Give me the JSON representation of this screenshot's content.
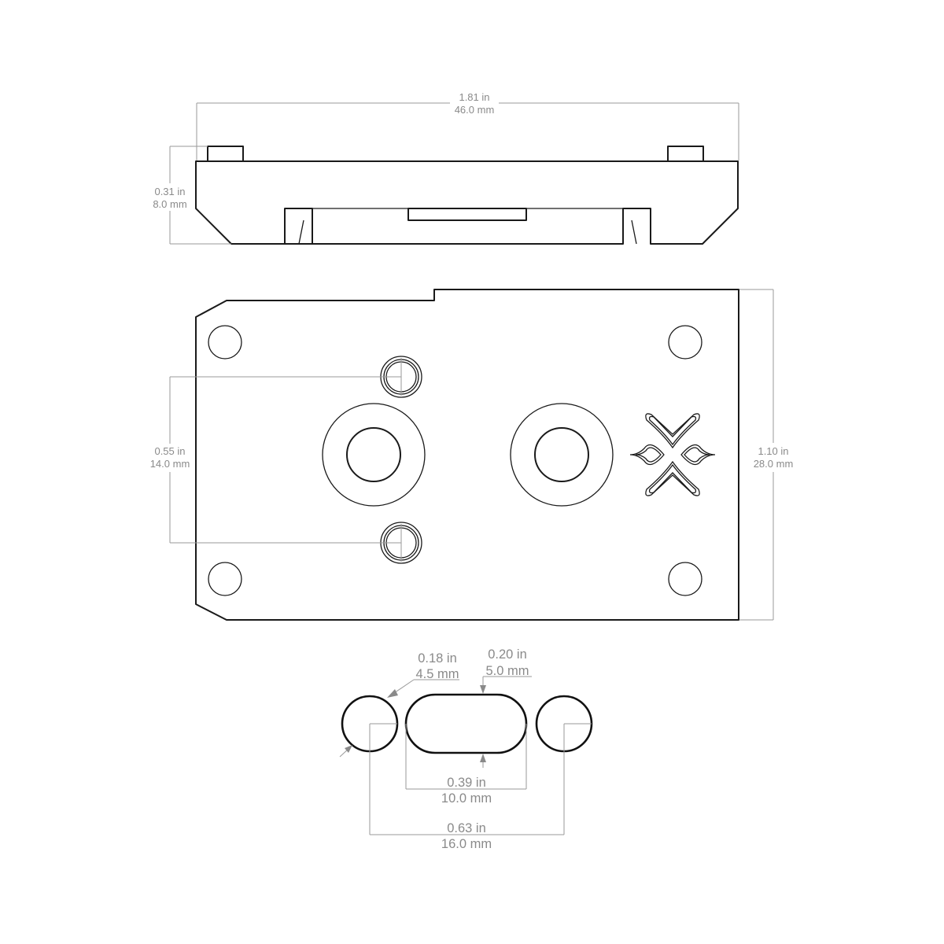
{
  "side_view": {
    "width_dim": {
      "imperial": "1.81 in",
      "metric": "46.0 mm"
    },
    "height_dim": {
      "imperial": "0.31 in",
      "metric": "8.0 mm"
    }
  },
  "top_view": {
    "hole_spacing_dim": {
      "imperial": "0.55 in",
      "metric": "14.0 mm"
    },
    "height_dim": {
      "imperial": "1.10 in",
      "metric": "28.0 mm"
    }
  },
  "slot_detail": {
    "hole_diameter_dim": {
      "imperial": "0.18 in",
      "metric": "4.5 mm"
    },
    "slot_width_dim": {
      "imperial": "0.20 in",
      "metric": "5.0 mm"
    },
    "slot_length_dim": {
      "imperial": "0.39 in",
      "metric": "10.0 mm"
    },
    "hole_spacing_dim": {
      "imperial": "0.63 in",
      "metric": "16.0 mm"
    }
  },
  "colors": {
    "outline": "#1a1a1a",
    "dimension_line": "#9a9a9a",
    "dimension_text": "#8a8a8a",
    "background": "#ffffff"
  }
}
